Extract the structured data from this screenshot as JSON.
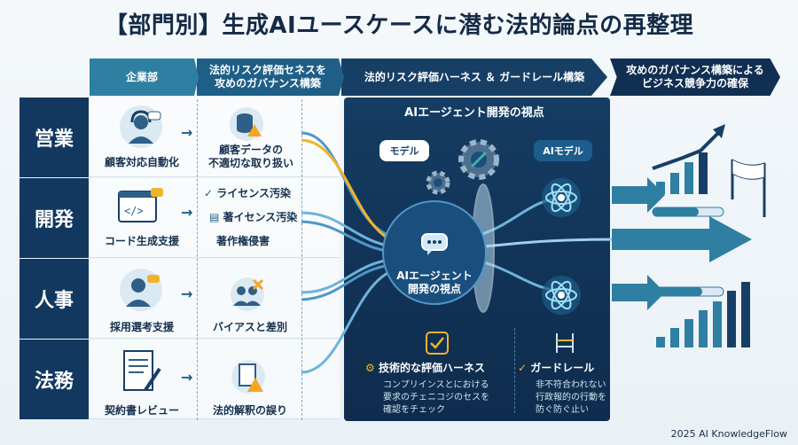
{
  "title": "【部門別】生成AIユースケースに潜む法的論点の再整理",
  "header": {
    "col1": "企業部",
    "col2_line1": "法的リスク評価セネスを",
    "col2_line2": "攻めのガバナンス構築",
    "col3": "法的リスク評価ハーネス ＆ ガードレール構築",
    "col4_line1": "攻めのガバナンス構築による",
    "col4_line2": "ビジネス競争力の確保"
  },
  "departments": [
    {
      "name": "営業",
      "usecase": "顧客対応自動化",
      "issue_line1": "顧客データの",
      "issue_line2": "不適切な取り扱い"
    },
    {
      "name": "開発",
      "usecase": "コード生成支援"
    },
    {
      "name": "人事",
      "usecase": "採用選考支援",
      "issue": "バイアスと差別"
    },
    {
      "name": "法務",
      "usecase": "契約書レビュー",
      "issue": "法的解釈の誤り"
    }
  ],
  "dev_issues": [
    "ライセンス汚染",
    "著イセンス汚染",
    "著作権侵害"
  ],
  "panel": {
    "title": "AIエージェント開発の視点",
    "model_bubble": "モデル",
    "ai_model_bubble": "AIモデル",
    "center_label_line1": "AIエージェント",
    "center_label_line2": "開発の視点",
    "harness_title": "技術的な評価ハーネス",
    "harness_desc_line1": "コンプリインスとにおける",
    "harness_desc_line2": "要求のチェニコジのセスを",
    "harness_desc_line3": "確認をチェック",
    "guardrail_title": "ガードレール",
    "guardrail_desc_line1": "非不符合われない",
    "guardrail_desc_line2": "行政報的の行動を",
    "guardrail_desc_line3": "防ぐ防ぐ止い"
  },
  "credit": "2025 AI KnowledgeFlow",
  "colors": {
    "navy": "#123860",
    "blue": "#2f7fa3",
    "accent": "#f0b429",
    "alert": "#f5a623"
  }
}
